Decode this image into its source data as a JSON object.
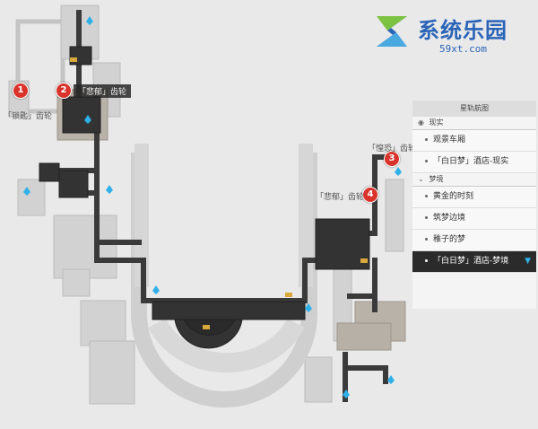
{
  "watermark": {
    "site_name": "系统乐园",
    "site_url": "59xt.com"
  },
  "map_labels": {
    "label_1": "「锁匙」齿轮",
    "label_2": "「悲郁」齿轮",
    "label_3": "「惶恐」齿轮",
    "label_4": "「悲郁」齿轮"
  },
  "markers": [
    "1",
    "2",
    "3",
    "4"
  ],
  "panel": {
    "title": "星轨航图",
    "section_reality": "现实",
    "reality_items": [
      "观景车厢",
      "「白日梦」酒店-现实"
    ],
    "section_dream": "梦境",
    "dream_items": [
      "黄金的时刻",
      "筑梦边境",
      "稚子的梦",
      "「白日梦」酒店-梦境"
    ],
    "active_item": "「白日梦」酒店-梦境"
  },
  "colors": {
    "marker": "#d9332b",
    "brand": "#2a64b8",
    "path": "#3a3a3a",
    "active_bg": "#2b2b2b",
    "teleport": "#2fb0e8"
  },
  "icons": [
    "teleport-icon",
    "chest-icon",
    "eye-icon",
    "chevron-down-icon",
    "location-selected-icon"
  ]
}
